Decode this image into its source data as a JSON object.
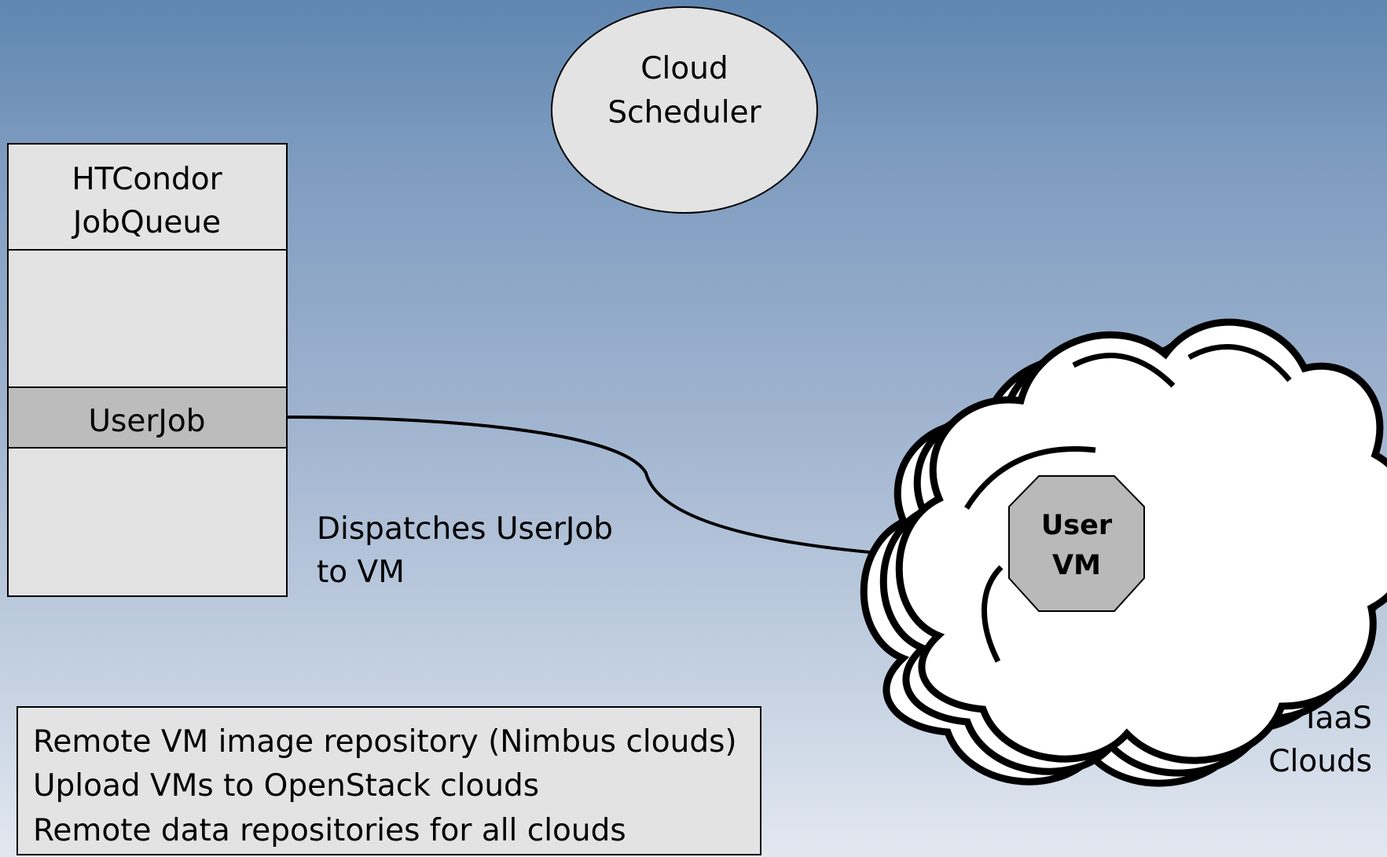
{
  "colors": {
    "background_top": "#5f86b0",
    "background_bottom": "#e2e8f0",
    "box_fill": "#e3e3e3",
    "highlight_fill": "#bcbcbc",
    "vm_fill": "#b9b9b9",
    "stroke": "#000000",
    "cloud_fill": "#ffffff"
  },
  "cloud_scheduler": {
    "line1": "Cloud",
    "line2": "Scheduler"
  },
  "job_queue": {
    "title_line1": "HTCondor",
    "title_line2": "JobQueue",
    "highlight_label": "UserJob"
  },
  "dispatch_label": {
    "line1": "Dispatches UserJob",
    "line2": "to VM"
  },
  "user_vm": {
    "line1": "User",
    "line2": "VM"
  },
  "iaas_clouds": {
    "line1": "IaaS",
    "line2": "Clouds"
  },
  "repository_notes": {
    "line1": "Remote VM image repository (Nimbus clouds)",
    "line2": "Upload VMs to OpenStack clouds",
    "line3": "Remote data repositories for all clouds"
  }
}
